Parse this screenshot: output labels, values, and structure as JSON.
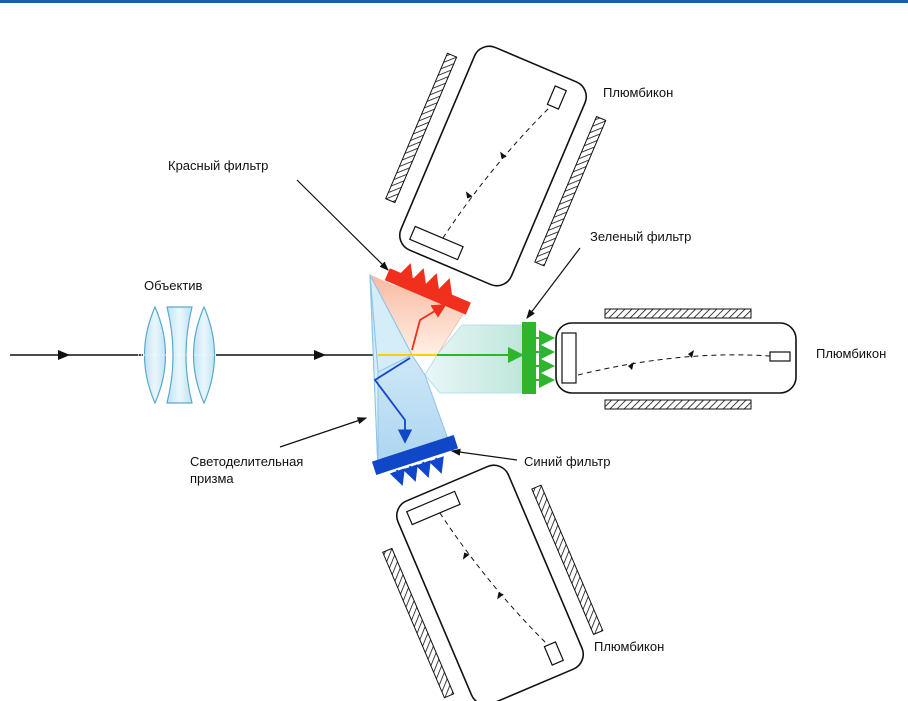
{
  "labels": {
    "objective": "Объектив",
    "red_filter": "Красный фильтр",
    "green_filter": "Зеленый фильтр",
    "blue_filter": "Синий фильтр",
    "prism_line1": "Светоделительная",
    "prism_line2": "призма",
    "tube_top": "Плюмбикон",
    "tube_right": "Плюмбикон",
    "tube_bottom": "Плюмбикон"
  },
  "colors": {
    "header_rule": "#1a5ea8",
    "red": "#f0301c",
    "green": "#2db52d",
    "blue": "#1046c8",
    "yellow": "#f5d200",
    "lens_fill": "#cfe9f5",
    "prism_fill": "#d7eef8",
    "line": "#111111"
  },
  "icons": [
    "objective-lens-icon",
    "beam-splitter-prism-icon",
    "plumbicon-tube-icon",
    "magnetic-coil-icon"
  ]
}
